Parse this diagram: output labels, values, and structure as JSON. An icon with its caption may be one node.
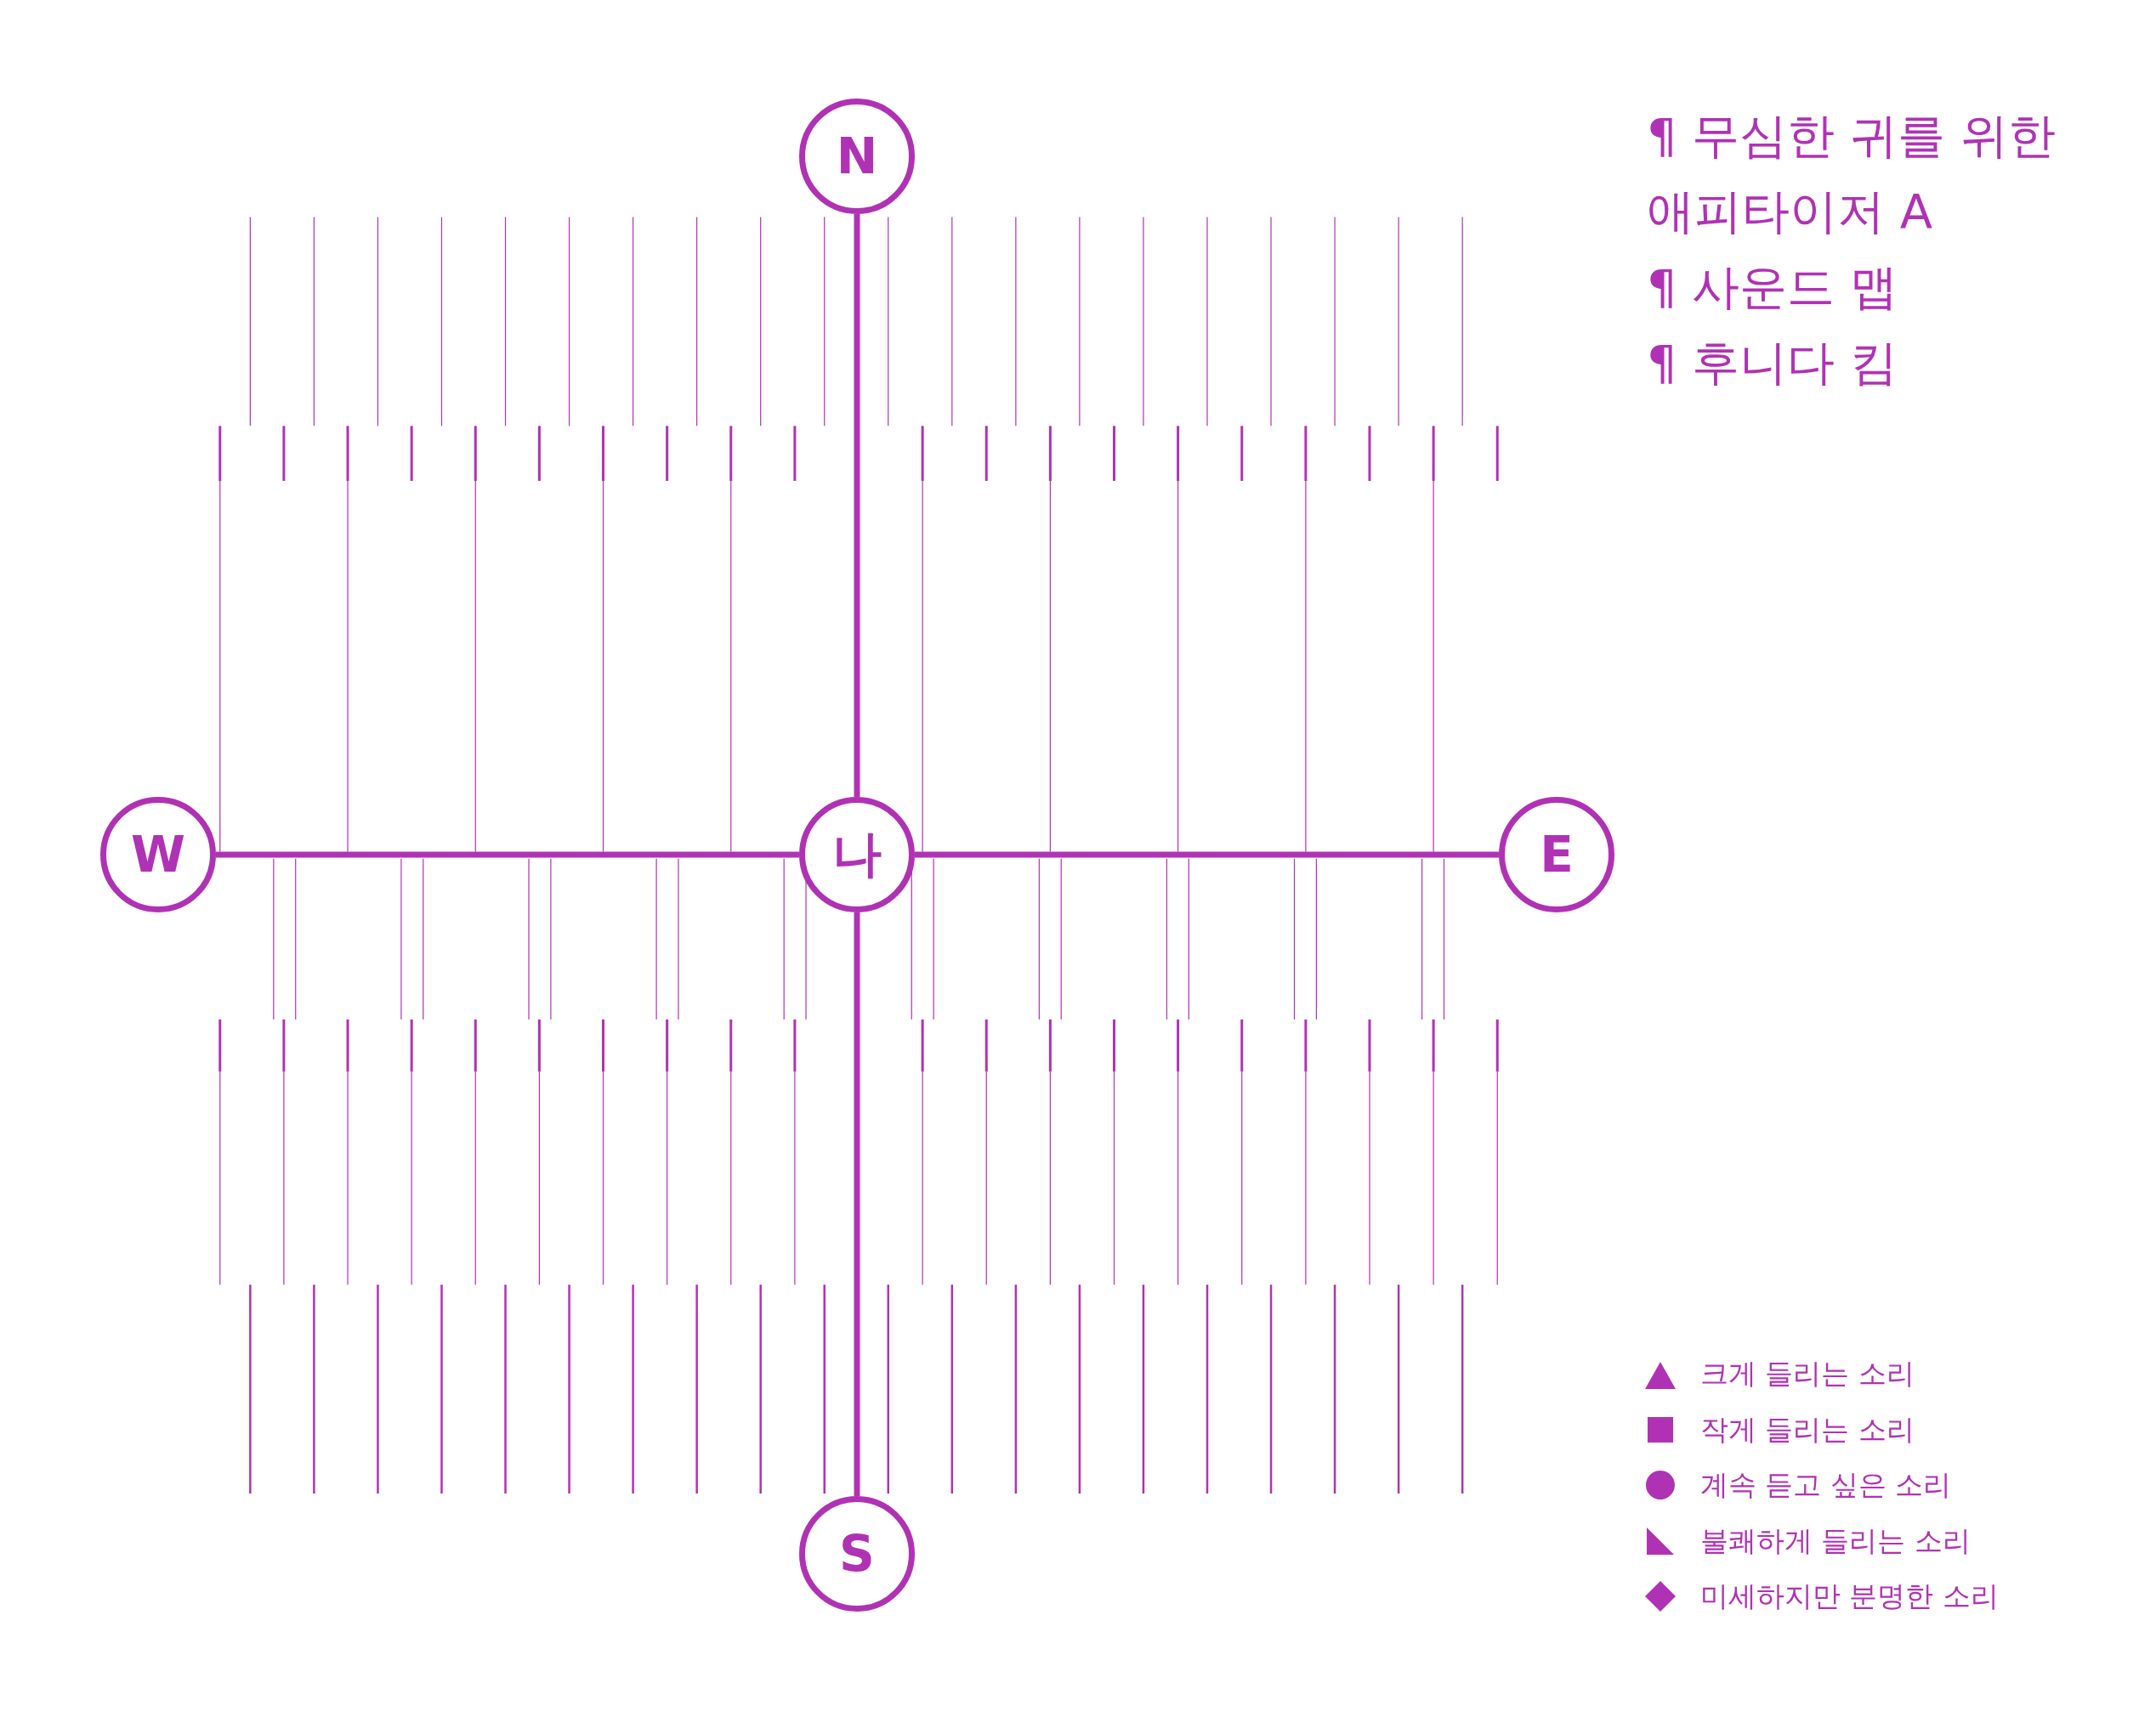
{
  "diagram": {
    "nodes": [
      {
        "text": [
          "N"
        ]
      },
      {
        "text": [
          "W"
        ]
      },
      {
        "text": [
          "나"
        ]
      },
      {
        "text": [
          "E"
        ]
      },
      {
        "text": [
          "S"
        ]
      }
    ],
    "edges": [
      {
        "from": 0,
        "to": 2,
        "arrow": "none"
      },
      {
        "from": 1,
        "to": 2,
        "arrow": "none"
      },
      {
        "from": 2,
        "to": 3,
        "arrow": "none"
      },
      {
        "from": 2,
        "to": 4,
        "arrow": "none"
      }
    ],
    "labels": [
      "¶ 무심한 귀를 위한 애피타이저 A",
      "¶ 사운드 맵",
      "¶ 후니다 킴"
    ],
    "legend": [
      {
        "text": "크게 들리는 소리"
      },
      {
        "text": "작게 들리는 소리"
      },
      {
        "text": "계속 듣고 싶은 소리"
      },
      {
        "text": "불쾌하게 들리는 소리"
      },
      {
        "text": "미세하지만 분명한 소리"
      }
    ]
  }
}
